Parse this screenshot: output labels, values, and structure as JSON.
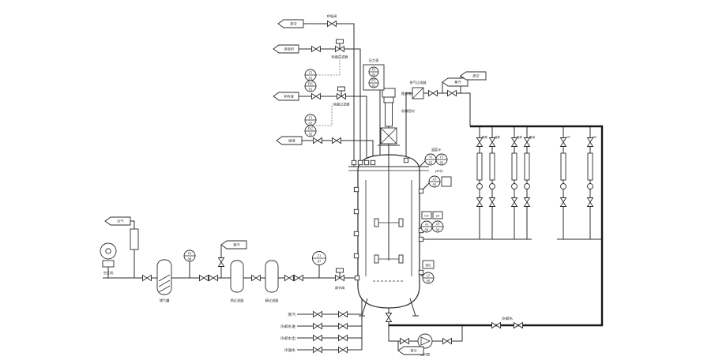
{
  "flags": {
    "vent_top": "放空",
    "antifoam": "消泡剂",
    "feed": "补料液",
    "alkali": "碱液",
    "exhaust_steam": "蒸汽",
    "exhaust_vent": "放空",
    "air_in": "空气",
    "filter_steam": "蒸汽",
    "drain": "排污"
  },
  "top": {
    "vent_valve_label": "呼吸阀",
    "sterile_filter_1": "除菌过滤器",
    "sterile_filter_2": "除菌过滤器",
    "pressure_label": "压力表",
    "exhaust_filter_label": "排气过滤器",
    "motor_label": "搅拌电机",
    "seal_label": "机械密封"
  },
  "instruments": {
    "fi1": {
      "tag": "FI",
      "no": "01"
    },
    "fic1": {
      "tag": "FIC",
      "no": "01"
    },
    "fi2": {
      "tag": "FI",
      "no": "02"
    },
    "fic2": {
      "tag": "FIC",
      "no": "02"
    },
    "pi_top": {
      "tag": "PI",
      "no": "01"
    },
    "pt_top": {
      "tag": "PT",
      "no": "01"
    },
    "ti": {
      "tag": "TI",
      "no": "02"
    },
    "tt": {
      "tag": "TT",
      "no": "02"
    },
    "ph": {
      "tag": "AT",
      "no": "03"
    },
    "do1": {
      "tag": "AI",
      "no": "04"
    },
    "do2": {
      "tag": "AT",
      "no": "04"
    },
    "lt": {
      "tag": "LT",
      "no": "05"
    },
    "pi_air": {
      "tag": "PI",
      "no": "06"
    },
    "fi_air": {
      "tag": "FI",
      "no": "07"
    }
  },
  "right_inst": {
    "temp_label": "温度计",
    "ph_label": "pH计",
    "do_box_a": "DO",
    "do_box_b": "pH",
    "level_box": "液位"
  },
  "manifold": {
    "columns": [
      "移种",
      "接种",
      "取样",
      "备用",
      "CIP",
      "SIP"
    ]
  },
  "air_train": {
    "compressor": "空压机",
    "buffer_tank": "储气罐",
    "prefilter": "预过滤器",
    "finefilter": "精过滤器",
    "cv_label": "调节阀"
  },
  "utilities": {
    "rows": [
      "蒸汽",
      "冷却水进",
      "冷却水出",
      "冷凝水"
    ],
    "cw_label": "冷却水",
    "pump_label": "放料泵"
  }
}
